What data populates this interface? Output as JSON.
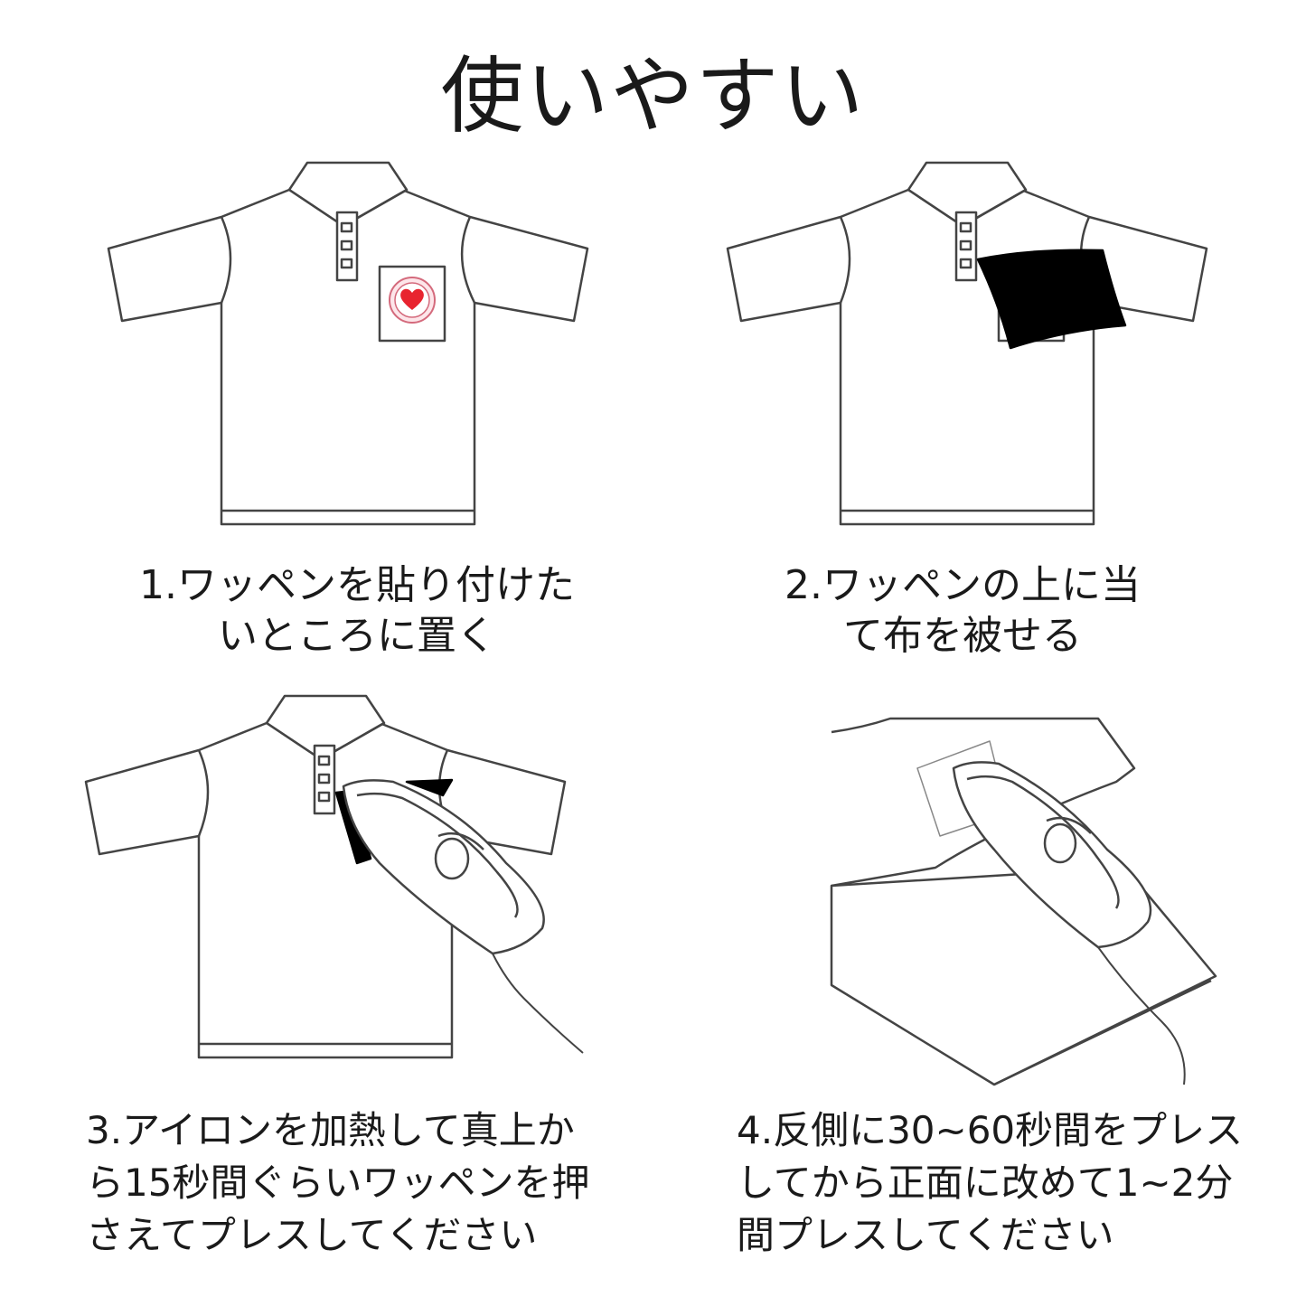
{
  "title": "使いやすい",
  "steps": [
    {
      "caption": "1.ワッペンを貼り付けた\nいところに置く",
      "icon": "shirt-with-heart-patch"
    },
    {
      "caption": "2.ワッペンの上に当\nて布を被せる",
      "icon": "shirt-with-cloth"
    },
    {
      "caption": "3.アイロンを加熱して真上か\nら15秒間ぐらいワッペンを押\nさえてプレスしてください",
      "icon": "shirt-with-iron"
    },
    {
      "caption": "4.反側に30~60秒間をプレス\nしてから正面に改めて1~2分\n間プレスしてください",
      "icon": "iron-on-fabric"
    }
  ],
  "colors": {
    "line": "#444444",
    "heart": "#e8242f",
    "cloth": "#000000"
  }
}
